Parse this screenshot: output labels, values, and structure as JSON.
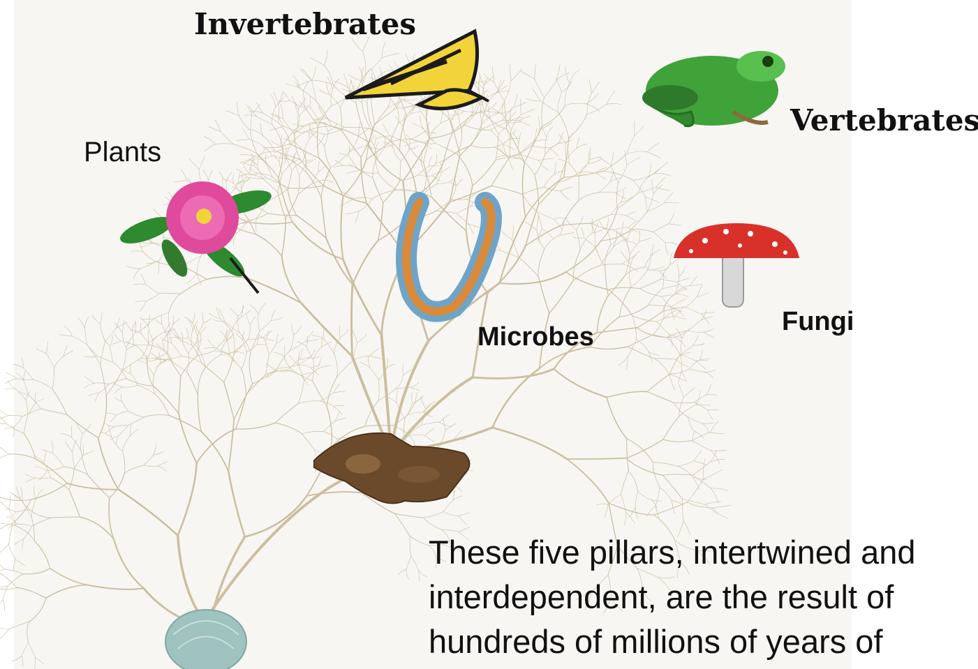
{
  "labels": {
    "invertebrates": "Invertebrates",
    "vertebrates": "Vertebrates",
    "plants": "Plants",
    "microbes": "Microbes",
    "fungi": "Fungi"
  },
  "caption": {
    "lines": [
      "These five pillars, intertwined and",
      "interdependent, are the result of",
      "hundreds of millions of years of"
    ]
  },
  "colors": {
    "branch": "#cbbf9f",
    "background": "#f7f6f3",
    "text": "#111111"
  },
  "icons": [
    "butterfly-icon",
    "frog-icon",
    "rose-icon",
    "worm-icon",
    "mushroom-icon",
    "origin-organism-icon",
    "seed-globe-icon"
  ]
}
